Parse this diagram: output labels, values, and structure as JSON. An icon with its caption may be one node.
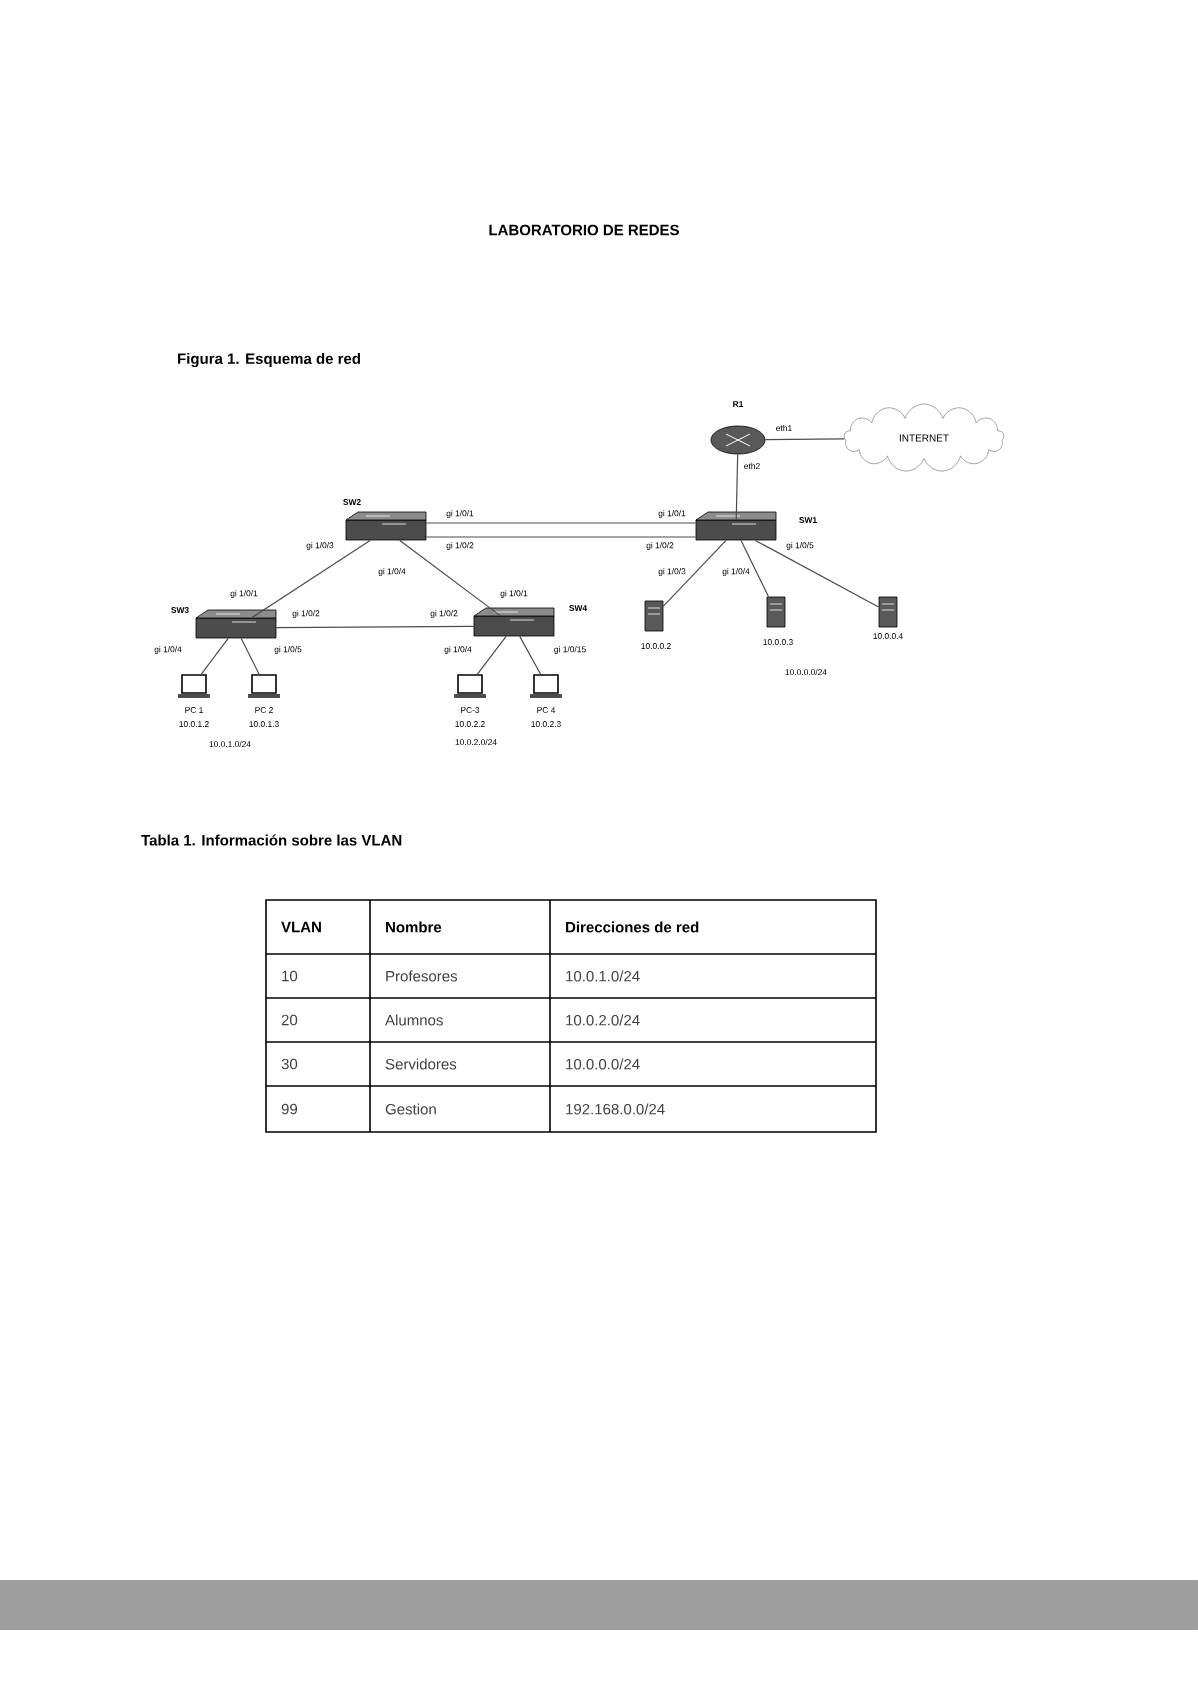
{
  "diagram": {
    "title": "LABORATORIO DE REDES",
    "nodes": [
      {
        "text": [
          "R1"
        ]
      },
      {
        "text": [
          "INTERNET"
        ]
      },
      {
        "text": [
          "SW2"
        ]
      },
      {
        "text": [
          "SW1"
        ]
      },
      {
        "text": [
          "SW3"
        ]
      },
      {
        "text": [
          "SW4"
        ]
      },
      {
        "text": [
          "PC 1",
          "10.0.1.2"
        ]
      },
      {
        "text": [
          "PC 2",
          "10.0.1.3"
        ]
      },
      {
        "text": [
          "PC-3",
          "10.0.2.2"
        ]
      },
      {
        "text": [
          "PC 4",
          "10.0.2.3"
        ]
      },
      {
        "text": [
          "10.0.0.2"
        ]
      },
      {
        "text": [
          "10.0.0.3"
        ]
      },
      {
        "text": [
          "10.0.0.4"
        ]
      }
    ],
    "edges": [
      {
        "from": 0,
        "to": 1,
        "arrow": "none"
      },
      {
        "from": 0,
        "to": 3,
        "arrow": "none"
      },
      {
        "from": 2,
        "to": 3,
        "arrow": "none"
      },
      {
        "from": 2,
        "to": 3,
        "arrow": "none"
      },
      {
        "from": 2,
        "to": 4,
        "arrow": "none"
      },
      {
        "from": 2,
        "to": 5,
        "arrow": "none"
      },
      {
        "from": 4,
        "to": 5,
        "arrow": "none"
      },
      {
        "from": 4,
        "to": 6,
        "arrow": "none"
      },
      {
        "from": 4,
        "to": 7,
        "arrow": "none"
      },
      {
        "from": 5,
        "to": 8,
        "arrow": "none"
      },
      {
        "from": 5,
        "to": 9,
        "arrow": "none"
      },
      {
        "from": 3,
        "to": 10,
        "arrow": "none"
      },
      {
        "from": 3,
        "to": 11,
        "arrow": "none"
      },
      {
        "from": 3,
        "to": 12,
        "arrow": "none"
      }
    ],
    "labels": [
      "Figura 1. Esquema de red",
      "eth1",
      "eth2",
      "gi 1/0/1",
      "gi 1/0/1",
      "gi 1/0/3",
      "gi 1/0/2",
      "gi 1/0/2",
      "gi 1/0/5",
      "gi 1/0/4",
      "gi 1/0/3",
      "gi 1/0/4",
      "gi 1/0/1",
      "gi 1/0/1",
      "gi 1/0/2",
      "gi 1/0/2",
      "gi 1/0/4",
      "gi 1/0/5",
      "gi 1/0/4",
      "gi 1/0/15",
      "10.0.0.0/24",
      "10.0.1.0/24",
      "10.0.2.0/24",
      "Tabla 1. Información sobre las VLAN",
      "VLAN",
      "Nombre",
      "Direcciones de red",
      "10",
      "Profesores",
      "10.0.1.0/24",
      "20",
      "Alumnos",
      "10.0.2.0/24",
      "30",
      "Servidores",
      "10.0.0.0/24",
      "99",
      "Gestion",
      "192.168.0.0/24"
    ]
  }
}
